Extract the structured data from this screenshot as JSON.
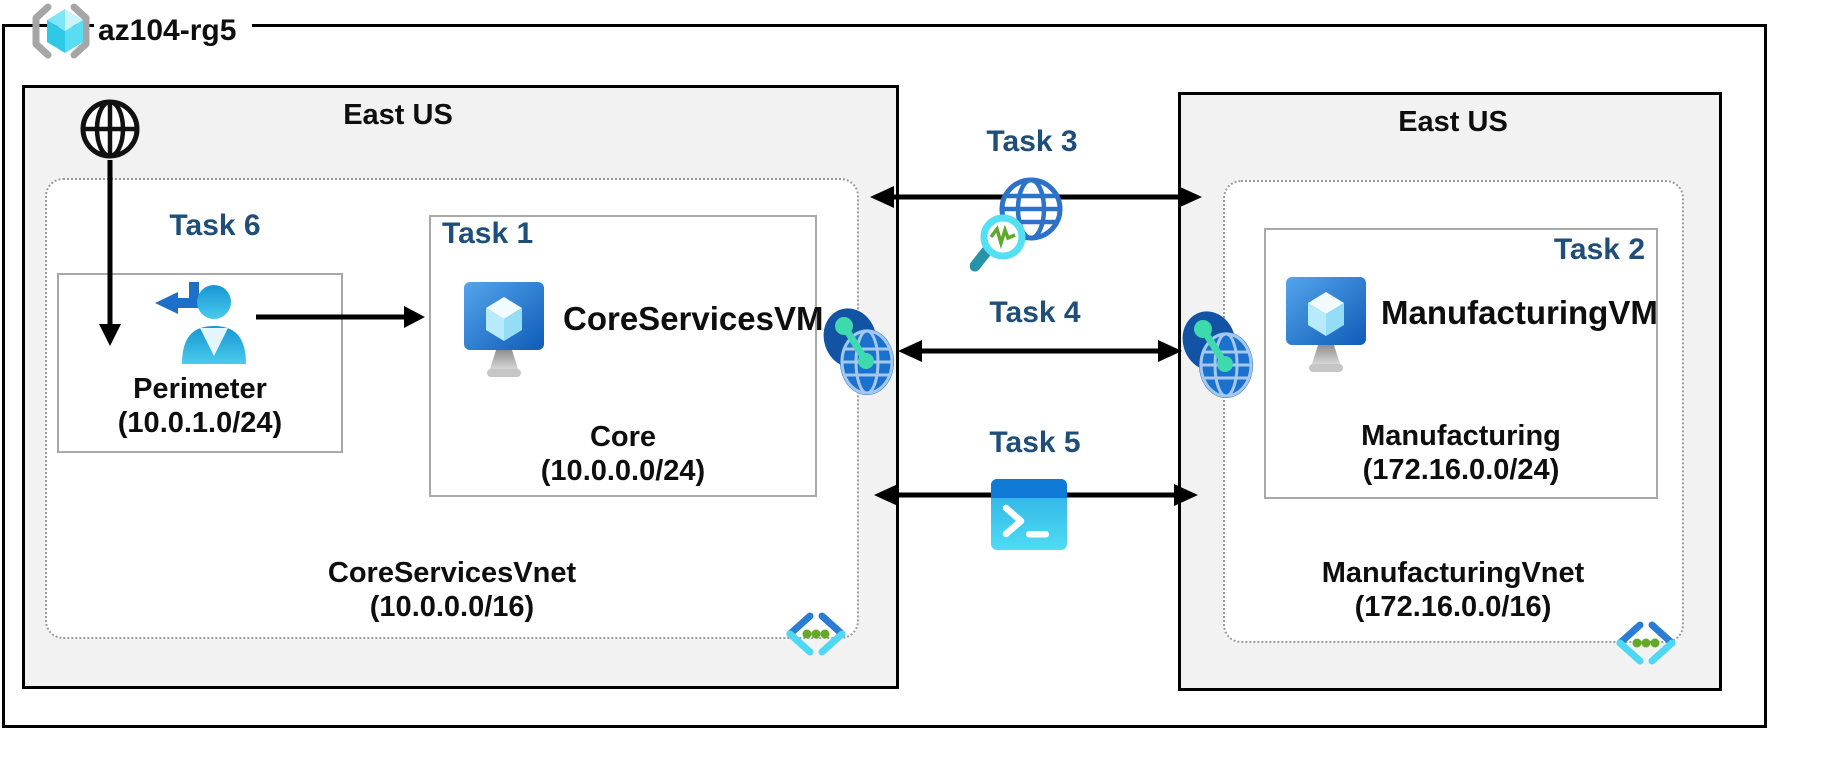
{
  "colors": {
    "task_label": "#1F4E79",
    "region_fill": "#F2F2F2",
    "box_border": "#A9A9A9",
    "dotted_border": "#9A9A9A",
    "arrow_black": "#000000",
    "azure_blue": "#1B72CE",
    "dark_oval_blue": "#1253A4",
    "cyan": "#4FD8F3",
    "teal_dot": "#3FD9AE",
    "green_dot": "#63A926",
    "person_blue": "#2BAAE2",
    "shell_header_blue": "#0E7AD6"
  },
  "resource_group": {
    "name": "az104-rg5"
  },
  "regions": {
    "core": {
      "location": "East US",
      "vnet": {
        "name": "CoreServicesVnet",
        "cidr": "(10.0.0.0/16)"
      },
      "perimeter_subnet": {
        "task": "Task 6",
        "name": "Perimeter",
        "cidr": "(10.0.1.0/24)"
      },
      "core_subnet": {
        "task": "Task 1",
        "vm": "CoreServicesVM",
        "name": "Core",
        "cidr": "(10.0.0.0/24)"
      }
    },
    "manufacturing": {
      "location": "East US",
      "vnet": {
        "name": "ManufacturingVnet",
        "cidr": "(172.16.0.0/16)"
      },
      "manufacturing_subnet": {
        "task": "Task 2",
        "vm": "ManufacturingVM",
        "name": "Manufacturing",
        "cidr": "(172.16.0.0/24)"
      }
    }
  },
  "connections": {
    "task3": {
      "label": "Task 3",
      "icon": "network-watcher-icon"
    },
    "task4": {
      "label": "Task 4",
      "icon": "vnet-peering-icon"
    },
    "task5": {
      "label": "Task 5",
      "icon": "cloud-shell-icon"
    }
  },
  "icons": {
    "resource_group": "resource-group-icon",
    "internet": "internet-globe-icon",
    "perimeter_user": "guest-user-icon",
    "virtual_machine": "virtual-machine-icon",
    "peering": "vnet-peering-icon",
    "network_watcher": "network-watcher-icon",
    "cloud_shell": "cloud-shell-icon",
    "subnet_code": "code-brackets-icon"
  }
}
